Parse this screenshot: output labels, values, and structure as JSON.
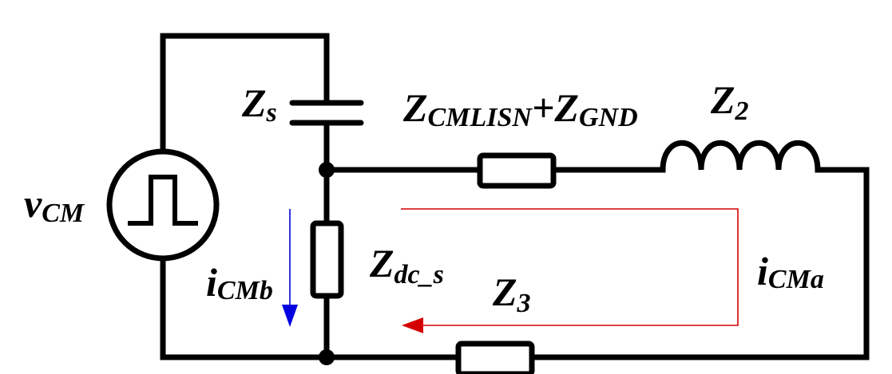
{
  "labels": {
    "vcm": {
      "main": "v",
      "sub": "CM"
    },
    "zs": {
      "main": "Z",
      "sub": "s"
    },
    "zcmlisn": {
      "main1": "Z",
      "sub1": "CMLISN",
      "plus": "+",
      "main2": "Z",
      "sub2": "GND"
    },
    "z2": {
      "main": "Z",
      "sub": "2"
    },
    "zdc": {
      "main": "Z",
      "sub": "dc_s"
    },
    "z3": {
      "main": "Z",
      "sub": "3"
    },
    "icmb": {
      "main": "i",
      "sub": "CMb"
    },
    "icma": {
      "main": "i",
      "sub": "CMa"
    }
  },
  "colors": {
    "wire": "#000000",
    "loop_a": "#d40000",
    "arrow_b": "#0000e0"
  }
}
